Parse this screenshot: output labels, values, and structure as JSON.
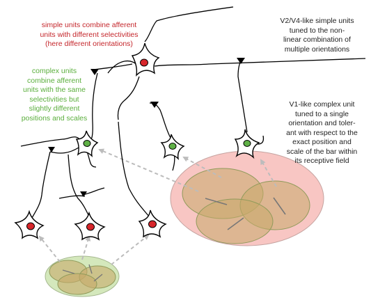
{
  "captions": {
    "simple_units": [
      "simple units combine afferent",
      "units with different selectivities",
      "(here different orientations)"
    ],
    "complex_units": [
      "complex units",
      "combine afferent",
      "units with the same",
      "selectivities but",
      "slightly different",
      "positions and scales"
    ],
    "v2v4_simple": [
      "V2/V4-like simple units",
      "tuned to the non-",
      "linear combination of",
      "multiple orientations"
    ],
    "v1_complex": [
      "V1-like complex unit",
      "tuned to a single",
      "orientation and toler-",
      "ant with respect to the",
      "exact position and",
      "scale of the bar within",
      "its receptive field"
    ]
  },
  "colors": {
    "simple_caption": "#c4262b",
    "complex_caption": "#5aae3c",
    "red_nucleus": "#d7262b",
    "green_nucleus": "#5fb046",
    "large_rf_outer": "#f6b8b4",
    "small_rf_outer": "#cfe6b5",
    "inner_rf_fill": "#c7aa6a",
    "arrow": "#bcbcbc"
  }
}
